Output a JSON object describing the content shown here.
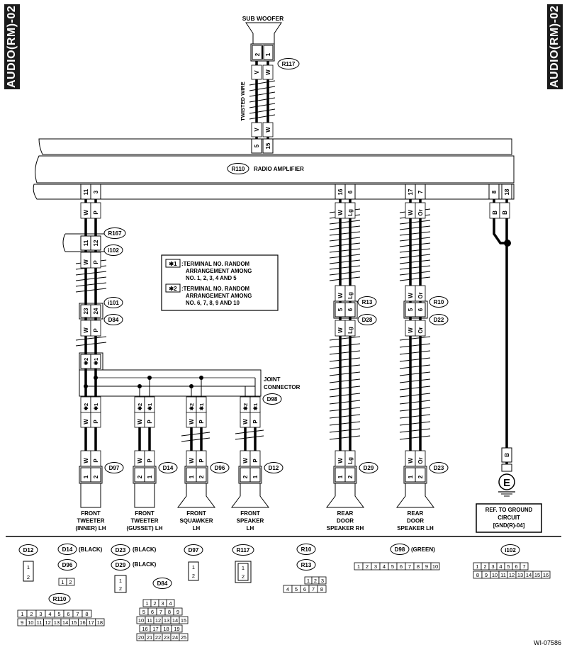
{
  "page_tag": "AUDIO(RM)-02",
  "figure_id": "WI-07586",
  "sub_woofer": {
    "label": "SUB WOOFER",
    "terminals": [
      "2",
      "1"
    ],
    "connector": "R117",
    "wires": [
      "V",
      "W"
    ]
  },
  "twisted_wire": "TWISTED WIRE",
  "amplifier": {
    "label": "RADIO AMPLIFIER",
    "connector": "R110",
    "top_terminals": [
      "5",
      "15"
    ]
  },
  "amp_terminals": {
    "front": [
      "11",
      "3"
    ],
    "rear_rh": [
      "16",
      "6"
    ],
    "rear_lh": [
      "17",
      "7"
    ],
    "ground": [
      "8",
      "18"
    ]
  },
  "wire_colors": {
    "front": [
      "W",
      "P"
    ],
    "rear_rh": [
      "W",
      "Lg"
    ],
    "rear_lh": [
      "W",
      "Or"
    ],
    "ground": [
      "B",
      "B"
    ]
  },
  "connectors": {
    "r167": "R167",
    "i102": "i102",
    "i101": "i101",
    "d84": "D84",
    "r13": "R13",
    "d28": "D28",
    "r10": "R10",
    "d22": "D22",
    "d98": "D98",
    "d97": "D97",
    "d14": "D14",
    "d96": "D96",
    "d12": "D12",
    "d29": "D29",
    "d23": "D23"
  },
  "pins": {
    "r167": [
      "11",
      "12"
    ],
    "i101": [
      "23",
      "24"
    ],
    "r13": [
      "5",
      "6"
    ],
    "r10": [
      "5",
      "6"
    ],
    "star": [
      "✱2",
      "✱1"
    ],
    "spk": [
      "1",
      "2"
    ],
    "spk_rev": [
      "2",
      "1"
    ]
  },
  "legend": {
    "note1_mark": "✱1",
    "note1": [
      ":TERMINAL NO. RANDOM",
      "ARRANGEMENT AMONG",
      "NO. 1, 2, 3, 4 AND 5"
    ],
    "note2_mark": "✱2",
    "note2": [
      ":TERMINAL NO. RANDOM",
      "ARRANGEMENT AMONG",
      "NO. 6, 7, 8, 9 AND 10"
    ]
  },
  "joint_connector": [
    "JOINT",
    "CONNECTOR"
  ],
  "speakers": [
    {
      "lines": [
        "FRONT",
        "TWEETER",
        "(INNER) LH"
      ]
    },
    {
      "lines": [
        "FRONT",
        "TWEETER",
        "(GUSSET) LH"
      ]
    },
    {
      "lines": [
        "FRONT",
        "SQUAWKER",
        "LH"
      ]
    },
    {
      "lines": [
        "FRONT",
        "SPEAKER",
        "LH"
      ]
    },
    {
      "lines": [
        "REAR",
        "DOOR",
        "SPEAKER RH"
      ]
    },
    {
      "lines": [
        "REAR",
        "DOOR",
        "SPEAKER LH"
      ]
    }
  ],
  "ground": {
    "symbol": "E",
    "wire": "B",
    "ref": [
      "REF. TO GROUND",
      "CIRCUIT",
      "[GND(R)-04]"
    ]
  },
  "key": {
    "d12": "D12",
    "d14": "D14",
    "d14_color": "(BLACK)",
    "d96": "D96",
    "d23": "D23",
    "d23_color": "(BLACK)",
    "d29": "D29",
    "d29_color": "(BLACK)",
    "d97": "D97",
    "r117": "R117",
    "r10": "R10",
    "r13": "R13",
    "d98": "D98",
    "d98_color": "(GREEN)",
    "i102": "i102",
    "r110": "R110",
    "d84": "D84"
  },
  "key_pins": {
    "p12": [
      "1",
      "2"
    ],
    "d98": [
      "1",
      "2",
      "3",
      "4",
      "5",
      "6",
      "7",
      "8",
      "9",
      "10"
    ],
    "i102_top": [
      "1",
      "2",
      "3",
      "4",
      "5",
      "6",
      "7"
    ],
    "i102_bot": [
      "8",
      "9",
      "10",
      "11",
      "12",
      "13",
      "14",
      "15",
      "16"
    ],
    "r110_top": [
      "1",
      "2",
      "3",
      "4",
      "5",
      "6",
      "7",
      "8"
    ],
    "r110_bot": [
      "9",
      "10",
      "11",
      "12",
      "13",
      "14",
      "15",
      "16",
      "17",
      "18"
    ],
    "r10_top": [
      "1",
      "2",
      "3"
    ],
    "r10_bot": [
      "4",
      "5",
      "6",
      "7",
      "8"
    ],
    "d84_r1": [
      "1",
      "2",
      "3",
      "4"
    ],
    "d84_r2": [
      "5",
      "6",
      "7",
      "8",
      "9"
    ],
    "d84_r3": [
      "10",
      "11",
      "12",
      "13",
      "14",
      "15"
    ],
    "d84_r4": [
      "16",
      "17",
      "18",
      "19"
    ],
    "d84_r5": [
      "20",
      "21",
      "22",
      "23",
      "24",
      "25"
    ]
  }
}
